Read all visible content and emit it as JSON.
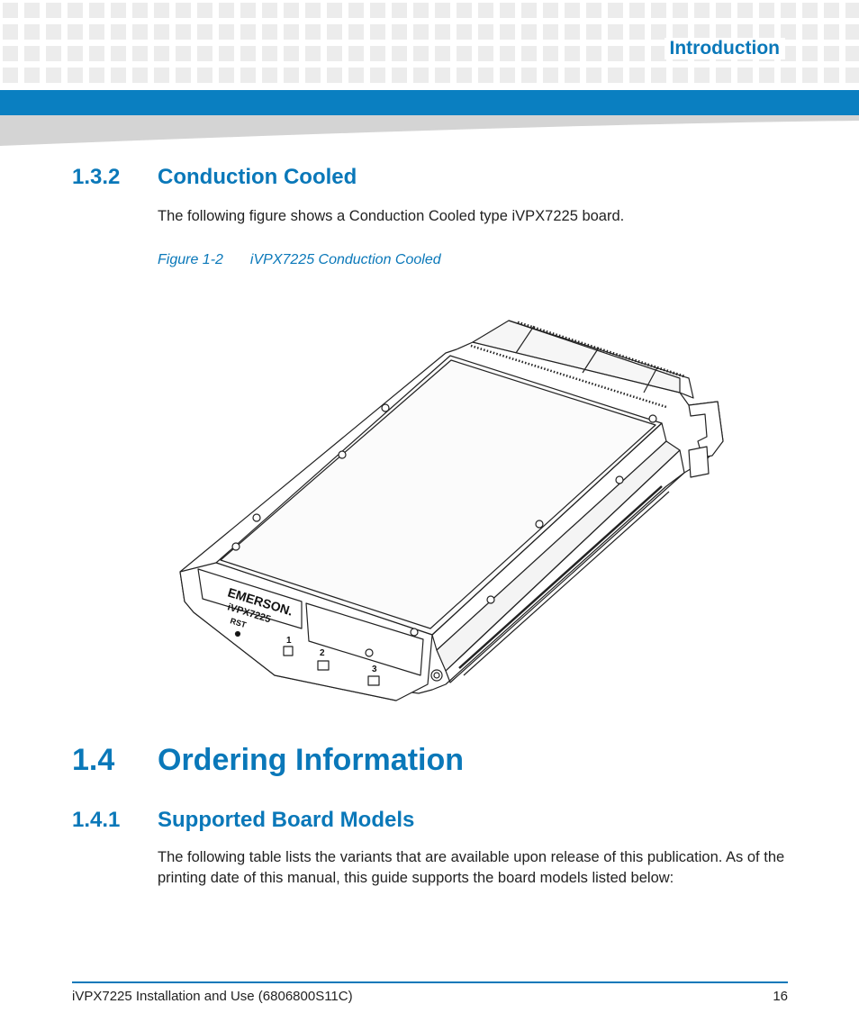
{
  "header": {
    "chapter": "Introduction"
  },
  "section_132": {
    "number": "1.3.2",
    "title": "Conduction Cooled"
  },
  "intro_paragraph": "The following figure shows a Conduction Cooled type iVPX7225 board.",
  "figure": {
    "label": "Figure 1-2",
    "title": "iVPX7225 Conduction Cooled",
    "front_panel": {
      "brand": "EMERSON.",
      "model": "iVPX7225",
      "reset": "RST",
      "leds": [
        "1",
        "2",
        "3"
      ]
    }
  },
  "section_14": {
    "number": "1.4",
    "title": "Ordering Information"
  },
  "section_141": {
    "number": "1.4.1",
    "title": "Supported Board Models"
  },
  "models_paragraph": "The following table lists the variants that are available upon release of this publication. As of the printing date of this manual, this guide supports the board models listed below:",
  "footer": {
    "document": "iVPX7225 Installation and Use (6806800S11C)",
    "page": "16"
  },
  "colors": {
    "accent": "#0a78b9",
    "bar": "#0a7fc1",
    "pattern": "#ececec"
  }
}
